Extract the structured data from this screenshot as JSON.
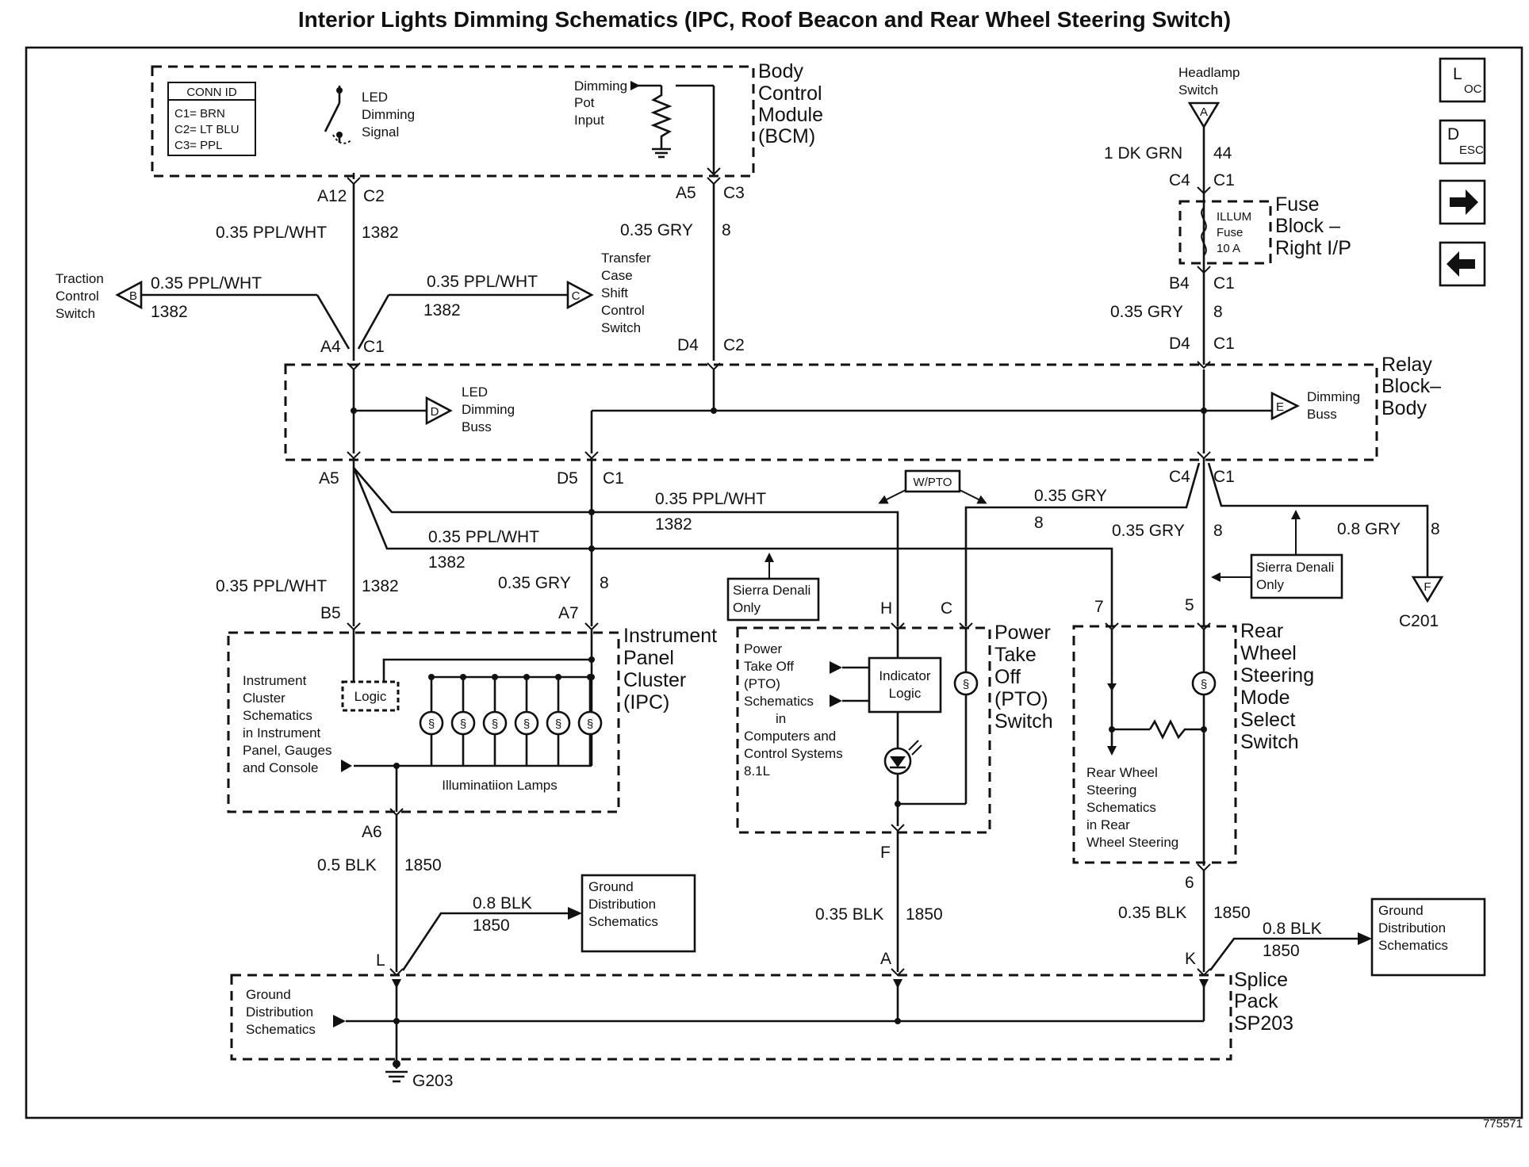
{
  "title": "Interior Lights Dimming Schematics (IPC, Roof Beacon and Rear Wheel Steering Switch)",
  "figure_number": "775571",
  "nav_buttons": [
    {
      "label_main": "L",
      "label_sub": "OC",
      "icon": "loc-icon"
    },
    {
      "label_main": "D",
      "label_sub": "ESC",
      "icon": "desc-icon"
    },
    {
      "icon": "arrow-right-icon"
    },
    {
      "icon": "arrow-left-icon"
    }
  ],
  "conn_id": {
    "header": "CONN ID",
    "rows": [
      "C1= BRN",
      "C2= LT BLU",
      "C3= PPL"
    ]
  },
  "components": {
    "bcm": [
      "Body",
      "Control",
      "Module",
      "(BCM)"
    ],
    "led_dimming_signal": [
      "LED",
      "Dimming",
      "Signal"
    ],
    "dimming_pot": [
      "Dimming",
      "Pot",
      "Input"
    ],
    "headlamp_switch": [
      "Headlamp",
      "Switch"
    ],
    "fuse_block": [
      "Fuse",
      "Block –",
      "Right I/P"
    ],
    "fuse": [
      "ILLUM",
      "Fuse",
      "10 A"
    ],
    "relay_block": [
      "Relay",
      "Block–",
      "Body"
    ],
    "led_dimming_buss": [
      "LED",
      "Dimming",
      "Buss"
    ],
    "dimming_buss": [
      "Dimming",
      "Buss"
    ],
    "traction_control": [
      "Traction",
      "Control",
      "Switch"
    ],
    "transfer_case": [
      "Transfer",
      "Case",
      "Shift",
      "Control",
      "Switch"
    ],
    "ipc": [
      "Instrument",
      "Panel",
      "Cluster",
      "(IPC)"
    ],
    "ipc_ref": [
      "Instrument",
      "Cluster",
      "Schematics",
      "in Instrument",
      "Panel, Gauges",
      "and Console"
    ],
    "logic": "Logic",
    "illumination_lamps": "Illuminatiion Lamps",
    "sierra_denali_1": [
      "Sierra Denali",
      "Only"
    ],
    "sierra_denali_2": [
      "Sierra Denali",
      "Only"
    ],
    "w_pto": "W/PTO",
    "pto_switch": [
      "Power",
      "Take",
      "Off",
      "(PTO)",
      "Switch"
    ],
    "pto_ref": [
      "Power",
      "Take Off",
      "(PTO)",
      "Schematics",
      "in",
      "Computers and",
      "Control Systems",
      "8.1L"
    ],
    "indicator_logic": [
      "Indicator",
      "Logic"
    ],
    "rws_switch": [
      "Rear",
      "Wheel",
      "Steering",
      "Mode",
      "Select",
      "Switch"
    ],
    "rws_ref": [
      "Rear Wheel",
      "Steering",
      "Schematics",
      "in Rear",
      "Wheel Steering"
    ],
    "ground_dist_1": [
      "Ground",
      "Distribution",
      "Schematics"
    ],
    "ground_dist_2": [
      "Ground",
      "Distribution",
      "Schematics"
    ],
    "ground_dist_3": [
      "Ground",
      "Distribution",
      "Schematics"
    ],
    "splice_pack": [
      "Splice",
      "Pack",
      "SP203"
    ],
    "ground_g203": "G203",
    "c201": "C201"
  },
  "connector_labels": {
    "bcm_a12": "A12",
    "bcm_c2": "C2",
    "bcm_a5": "A5",
    "bcm_c3": "C3",
    "rb_a4": "A4",
    "rb_c1a": "C1",
    "rb_d4": "D4",
    "rb_c2": "C2",
    "rb_a5": "A5",
    "rb_d5": "D5",
    "rb_c1b": "C1",
    "hs_c4": "C4",
    "hs_c1": "C1",
    "fb_b4": "B4",
    "fb_c1": "C1",
    "rb_d4r": "D4",
    "rb_c1r": "C1",
    "rb_c4": "C4",
    "rb_c1c": "C1",
    "ipc_b5": "B5",
    "ipc_a7": "A7",
    "ipc_a6": "A6",
    "pto_h": "H",
    "pto_c": "C",
    "pto_f": "F",
    "rws_7": "7",
    "rws_5": "5",
    "rws_6": "6",
    "sp_l": "L",
    "sp_a": "A",
    "sp_k": "K",
    "hs_pin": "A",
    "tc_pin": "B",
    "tcs_pin": "C",
    "led_pin": "D",
    "db_pin": "E",
    "c201_pin": "F"
  },
  "wire_labels": {
    "w1_gauge": "0.35 PPL/WHT",
    "w1_circuit": "1382",
    "w2_gauge": "0.35 GRY",
    "w2_circuit": "8",
    "w3_gauge": "0.35 PPL/WHT",
    "w3_circuit": "1382",
    "w4_gauge": "0.35 PPL/WHT",
    "w4_circuit": "1382",
    "w5_gauge": "1 DK GRN",
    "w5_circuit": "44",
    "w6_gauge": "0.35 GRY",
    "w6_circuit": "8",
    "w7_gauge": "0.35 PPL/WHT",
    "w7_circuit": "1382",
    "w8_gauge": "0.35 PPL/WHT",
    "w8_circuit": "1382",
    "w9_gauge": "0.35 GRY",
    "w9_circuit": "8",
    "w10_gauge": "0.35 GRY",
    "w10_circuit": "8",
    "w11_gauge": "0.8 GRY",
    "w11_circuit": "8",
    "w12_gauge": "0.35 PPL/WHT",
    "w12_circuit": "1382",
    "w13_gauge": "0.35 GRY",
    "w13_circuit": "8",
    "w14_gauge": "0.5 BLK",
    "w14_circuit": "1850",
    "w15_gauge": "0.8 BLK",
    "w15_circuit": "1850",
    "w16_gauge": "0.35 BLK",
    "w16_circuit": "1850",
    "w17_gauge": "0.35 BLK",
    "w17_circuit": "1850",
    "w18_gauge": "0.8 BLK",
    "w18_circuit": "1850"
  }
}
